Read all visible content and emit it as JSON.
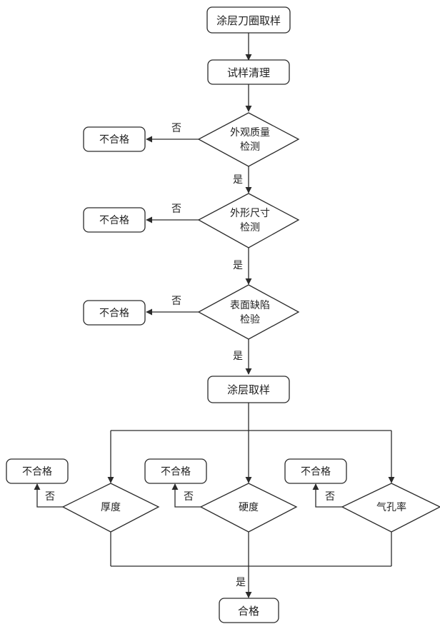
{
  "diagram": {
    "start": "涂层刀圈取样",
    "clean": "试样清理",
    "check1": {
      "line1": "外观质量",
      "line2": "检测"
    },
    "check2": {
      "line1": "外形尺寸",
      "line2": "检测"
    },
    "check3": {
      "line1": "表面缺陷",
      "line2": "检验"
    },
    "coating": "涂层取样",
    "tests": {
      "thickness": "厚度",
      "hardness": "硬度",
      "porosity": "气孔率"
    },
    "fail": "不合格",
    "pass": "合格",
    "yes": "是",
    "no": "否"
  }
}
